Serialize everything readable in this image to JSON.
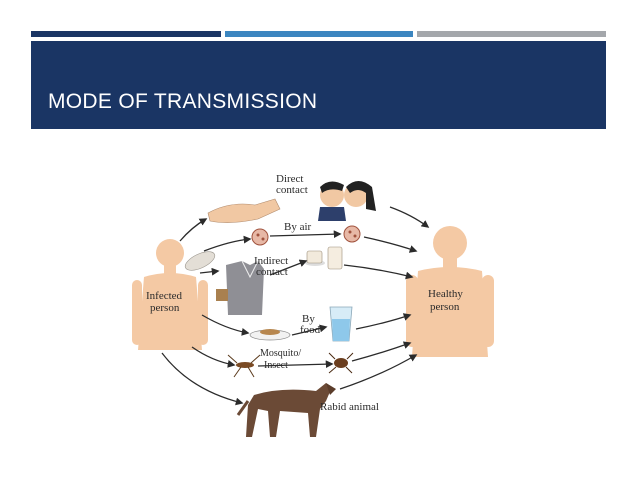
{
  "slide": {
    "title": "MODE OF TRANSMISSION",
    "colors": {
      "banner": "#1a3564",
      "bar_dark": "#1a3564",
      "bar_blue": "#3c86c0",
      "bar_gray": "#a4a7ab",
      "skin": "#f4c9a4"
    }
  },
  "diagram": {
    "source_label": "Infected person",
    "target_label": "Healthy person",
    "routes": {
      "direct": "Direct contact",
      "air": "By air",
      "indirect": "Indirect contact",
      "food": "By food",
      "insect": "Mosquito/ Insect",
      "animal": "Rabid animal"
    },
    "lines": {
      "source_1": "Infected",
      "source_2": "person",
      "target_1": "Healthy",
      "target_2": "person",
      "direct_1": "Direct",
      "direct_2": "contact",
      "indirect_1": "Indirect",
      "indirect_2": "contact",
      "food_1": "By",
      "food_2": "food",
      "insect_1": "Mosquito/",
      "insect_2": "Insect"
    }
  }
}
